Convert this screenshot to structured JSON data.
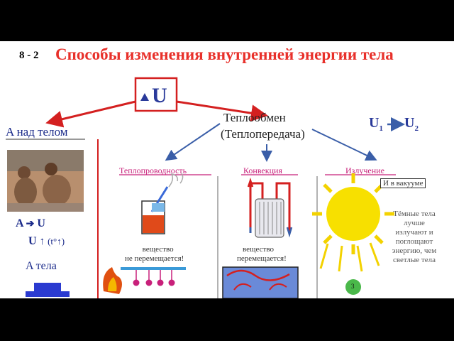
{
  "slide_number": "8 - 2",
  "title": "Способы изменения внутренней энергии тела",
  "delta_u": "U",
  "work_label": "A   над телом",
  "heat_exchange": "Теплообмен",
  "heat_transfer": "(Теплопередача)",
  "u_change": {
    "u1": "U",
    "sub1": "1",
    "u2": "U",
    "sub2": "2"
  },
  "conduction": "Теплопроводность",
  "convection": "Конвекция",
  "radiation": "Излучение",
  "conduction_note": [
    "вещество",
    "не перемещается!"
  ],
  "convection_note": [
    "вещество",
    "перемещается!"
  ],
  "vacuum_note": "И в вакууме",
  "dark_bodies_note": [
    "Тёмные тела",
    "лучше",
    "излучают и",
    "поглощают",
    "энергию, чем",
    "светлые тела"
  ],
  "a_to_u": {
    "a": "A",
    "u": "U"
  },
  "u_up": {
    "u": "U",
    "t": "(t°↑)"
  },
  "a_body": "A   тела",
  "ball_label": "3",
  "colors": {
    "title": "#e8302a",
    "accent_red": "#d42020",
    "blue_arrow": "#3a5ea8",
    "magenta": "#c8207a",
    "text_blue": "#1a2a8a"
  }
}
